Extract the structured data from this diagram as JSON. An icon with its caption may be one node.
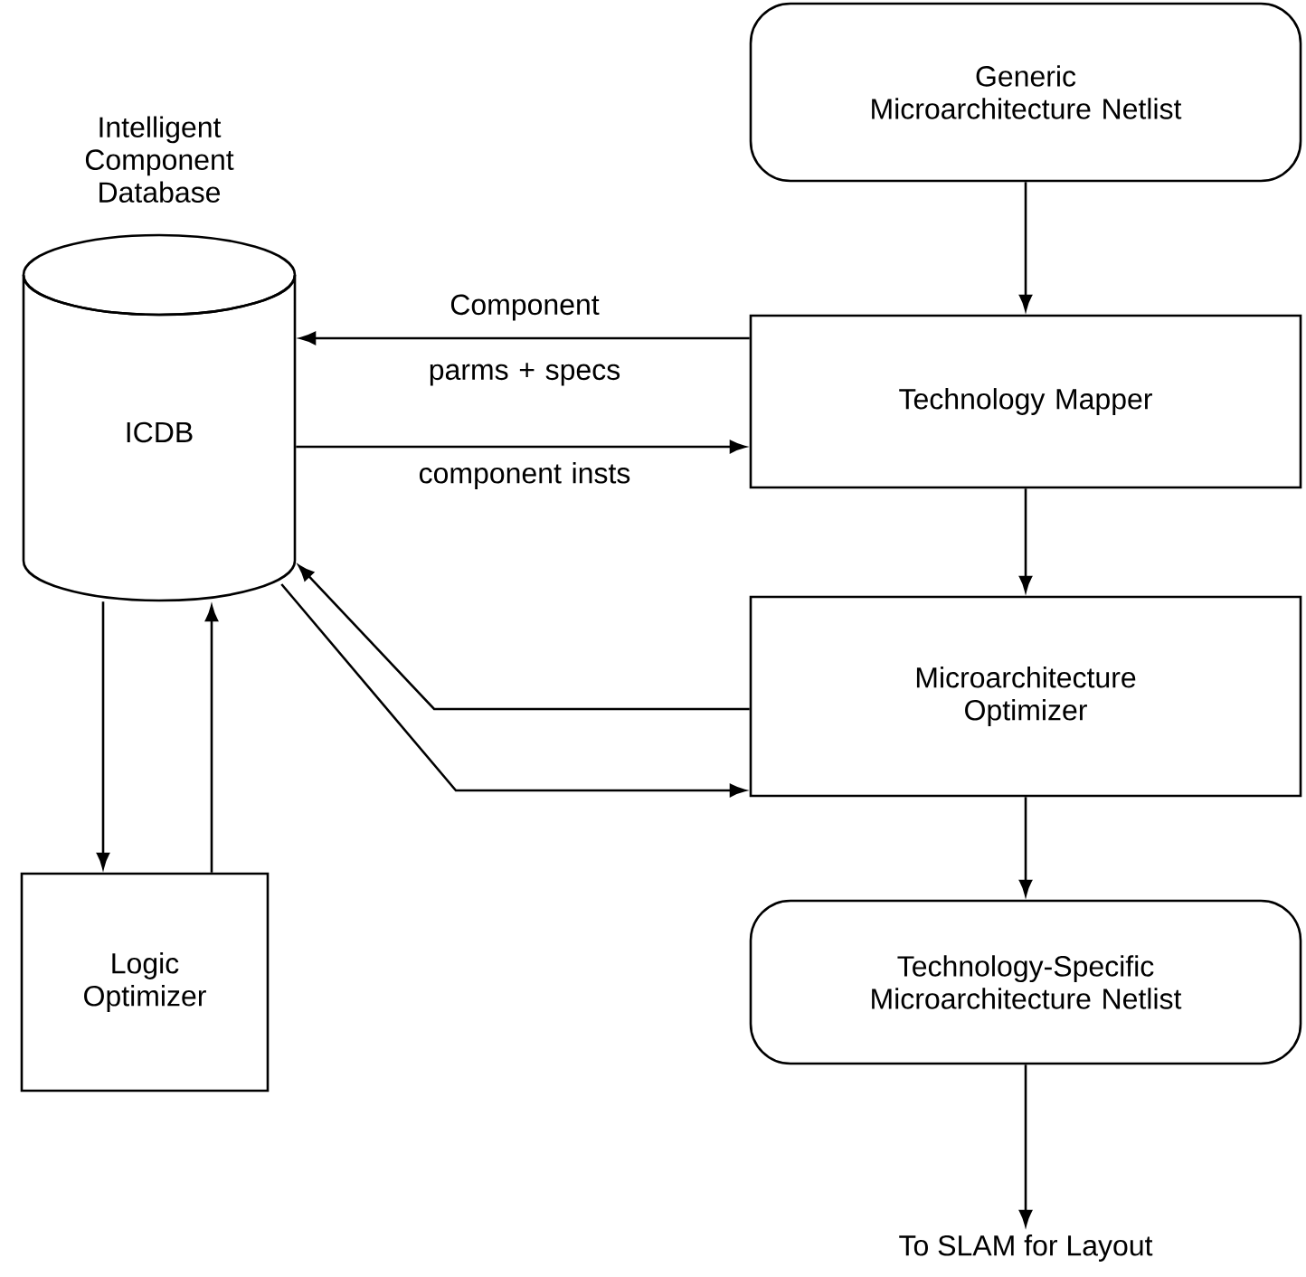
{
  "diagram": {
    "nodes": [
      {
        "text": [
          "Generic Microarchitecture Netlist"
        ]
      },
      {
        "text": [
          "Intelligent Component Database",
          "ICDB"
        ]
      },
      {
        "text": [
          "Technology Mapper"
        ]
      },
      {
        "text": [
          "Microarchitecture Optimizer"
        ]
      },
      {
        "text": [
          "Logic Optimizer"
        ]
      },
      {
        "text": [
          "Technology-Specific Microarchitecture Netlist"
        ]
      },
      {
        "text": [
          "To SLAM for Layout"
        ]
      }
    ],
    "edges": [
      {
        "from": 0,
        "to": 2,
        "arrow": "to"
      },
      {
        "from": 2,
        "to": 1,
        "arrow": "to",
        "label": "Component parms + specs"
      },
      {
        "from": 1,
        "to": 2,
        "arrow": "to",
        "label": "component insts"
      },
      {
        "from": 2,
        "to": 3,
        "arrow": "to"
      },
      {
        "from": 3,
        "to": 1,
        "arrow": "to"
      },
      {
        "from": 1,
        "to": 3,
        "arrow": "to"
      },
      {
        "from": 1,
        "to": 4,
        "arrow": "to"
      },
      {
        "from": 4,
        "to": 1,
        "arrow": "to"
      },
      {
        "from": 3,
        "to": 5,
        "arrow": "to"
      },
      {
        "from": 5,
        "to": 6,
        "arrow": "to"
      }
    ]
  }
}
